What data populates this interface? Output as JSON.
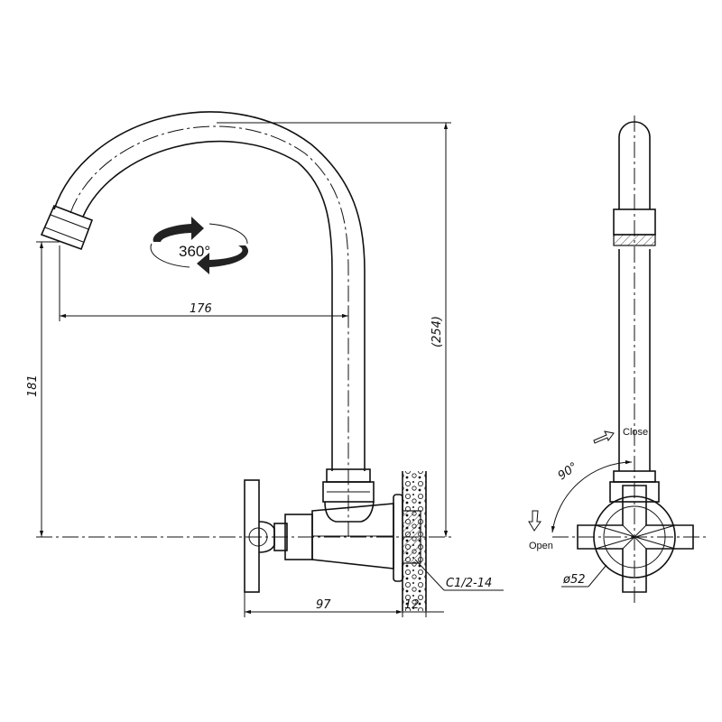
{
  "dimensions": {
    "spout_reach": "176",
    "total_height": "(254)",
    "outlet_height": "181",
    "body_length": "97",
    "flange_thickness": "12",
    "thread_spec": "C1/2-14",
    "flange_diameter": "ø52"
  },
  "rotation": {
    "label": "360°"
  },
  "handle": {
    "angle_label": "90°",
    "close_label": "Close",
    "open_label": "Open"
  }
}
